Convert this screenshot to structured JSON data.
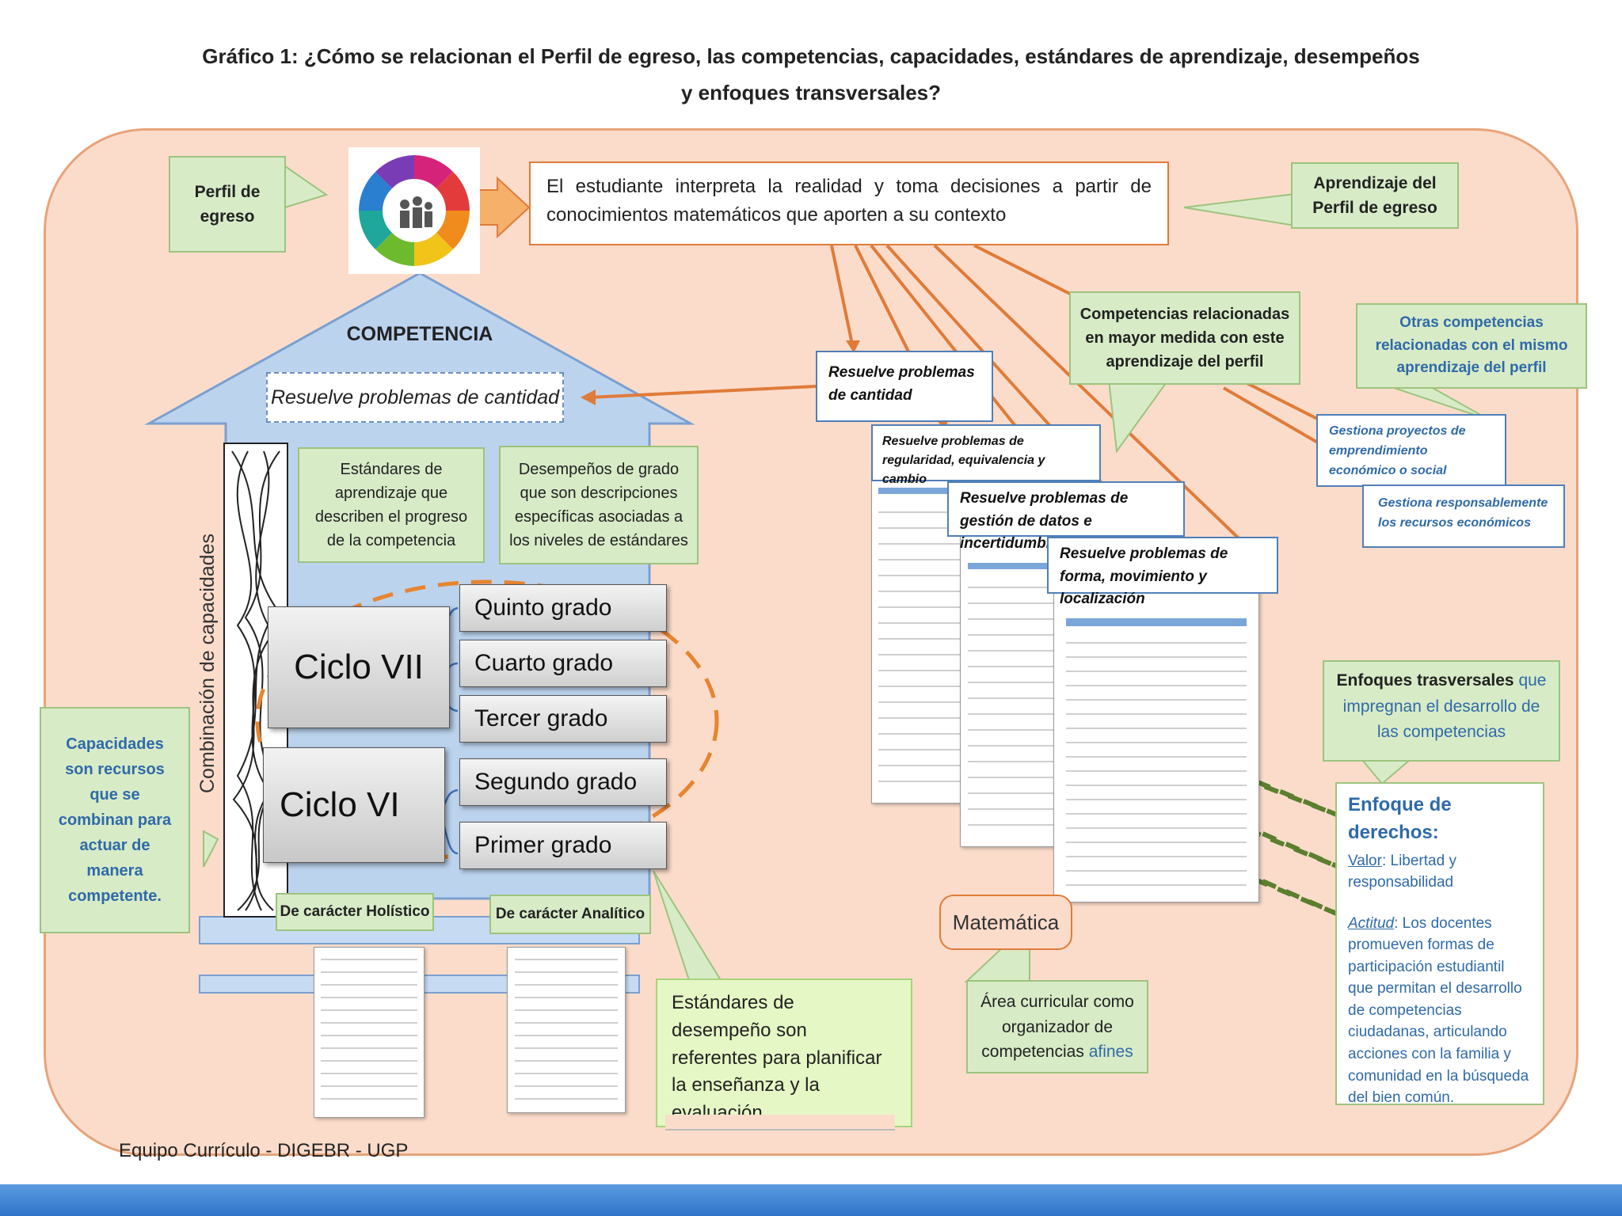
{
  "title": {
    "line1": "Gráfico 1: ¿Cómo se relacionan el Perfil de egreso, las competencias, capacidades, estándares de aprendizaje, desempeños",
    "line2": "y enfoques transversales?"
  },
  "perfil": {
    "label": "Perfil de egreso",
    "statement": "El estudiante interpreta la realidad y toma decisiones a partir de conocimientos matemáticos que aporten a su contexto",
    "aprendizaje_label": "Aprendizaje del Perfil de egreso"
  },
  "competencia": {
    "label": "COMPETENCIA",
    "name": "Resuelve problemas de cantidad",
    "combinacion_label": "Combinación de capacidades",
    "estandares_label": "Estándares de aprendizaje que describen el progreso de la competencia",
    "desempenos_label": "Desempeños de grado que son descripciones específicas asociadas a los niveles de estándares"
  },
  "ciclos": [
    {
      "name": "Ciclo VII"
    },
    {
      "name": "Ciclo VI"
    }
  ],
  "grados": [
    "Quinto grado",
    "Cuarto  grado",
    "Tercer  grado",
    "Segundo grado",
    "Primer  grado"
  ],
  "capacidades_note": "Capacidades son recursos que se combinan para actuar de manera competente.",
  "caracter": {
    "holistico": "De carácter Holístico",
    "analitico": "De carácter Analítico"
  },
  "estandares_desempeno": "Estándares de desempeño son referentes para planificar la enseñanza y la evaluación",
  "competencias_relacionadas": {
    "label": "Competencias relacionadas en mayor medida con este aprendizaje del perfil",
    "items": [
      "Resuelve problemas de cantidad",
      "Resuelve problemas de regularidad, equivalencia y cambio",
      "Resuelve problemas de gestión de datos e incertidumbre",
      "Resuelve problemas de forma, movimiento y localización"
    ]
  },
  "otras_competencias": {
    "label": "Otras competencias relacionadas con el mismo aprendizaje del perfil",
    "items": [
      "Gestiona proyectos de emprendimiento económico o social",
      "Gestiona responsablemente los recursos económicos"
    ]
  },
  "area": {
    "name": "Matemática",
    "note_prefix": "Área curricular como organizador de competencias",
    "note_highlight": "afines"
  },
  "enfoques": {
    "label_prefix": "Enfoques trasversales",
    "label_suffix": "que impregnan el desarrollo de las competencias",
    "title": "Enfoque de derechos:",
    "valor_label": "Valor",
    "valor_text": ": Libertad y responsabilidad",
    "actitud_label": "Actitud",
    "actitud_text": ": Los docentes promueven formas de participación estudiantil que permitan el desarrollo de competencias ciudadanas, articulando acciones con la familia y comunidad en la búsqueda del bien común."
  },
  "footer": "Equipo Currículo - DIGEBR - UGP",
  "colors": {
    "background": "#fbdccb",
    "border": "#e8a37a",
    "arrow": "#e07b39",
    "green_box": "#d8ebc7",
    "blue_house": "#bcd3ee",
    "dashed_green": "#5b7f2f",
    "bottom_band": "#2e74c9"
  }
}
